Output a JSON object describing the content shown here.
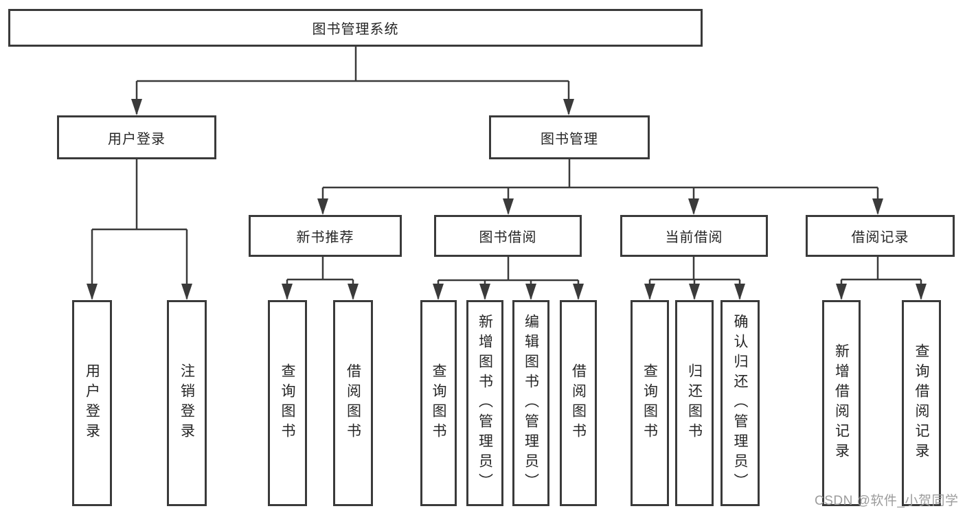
{
  "colors": {
    "line": "#3a3a3a",
    "text": "#262626",
    "watermark": "#9c9c9c",
    "background": "#ffffff"
  },
  "watermark": {
    "text": "CSDN @软件_小贺同学"
  },
  "tree": {
    "root": {
      "label": "图书管理系统",
      "children": [
        {
          "label": "用户登录",
          "children": [
            {
              "label": "用户登录"
            },
            {
              "label": "注销登录"
            }
          ]
        },
        {
          "label": "图书管理",
          "children": [
            {
              "label": "新书推荐",
              "children": [
                {
                  "label": "查询图书"
                },
                {
                  "label": "借阅图书"
                }
              ]
            },
            {
              "label": "图书借阅",
              "children": [
                {
                  "label": "查询图书"
                },
                {
                  "label": "新增图书（管理员）"
                },
                {
                  "label": "编辑图书（管理员）"
                },
                {
                  "label": "借阅图书"
                }
              ]
            },
            {
              "label": "当前借阅",
              "children": [
                {
                  "label": "查询图书"
                },
                {
                  "label": "归还图书"
                },
                {
                  "label": "确认归还（管理员）"
                }
              ]
            },
            {
              "label": "借阅记录",
              "children": [
                {
                  "label": "新增借阅记录"
                },
                {
                  "label": "查询借阅记录"
                }
              ]
            }
          ]
        }
      ]
    }
  }
}
